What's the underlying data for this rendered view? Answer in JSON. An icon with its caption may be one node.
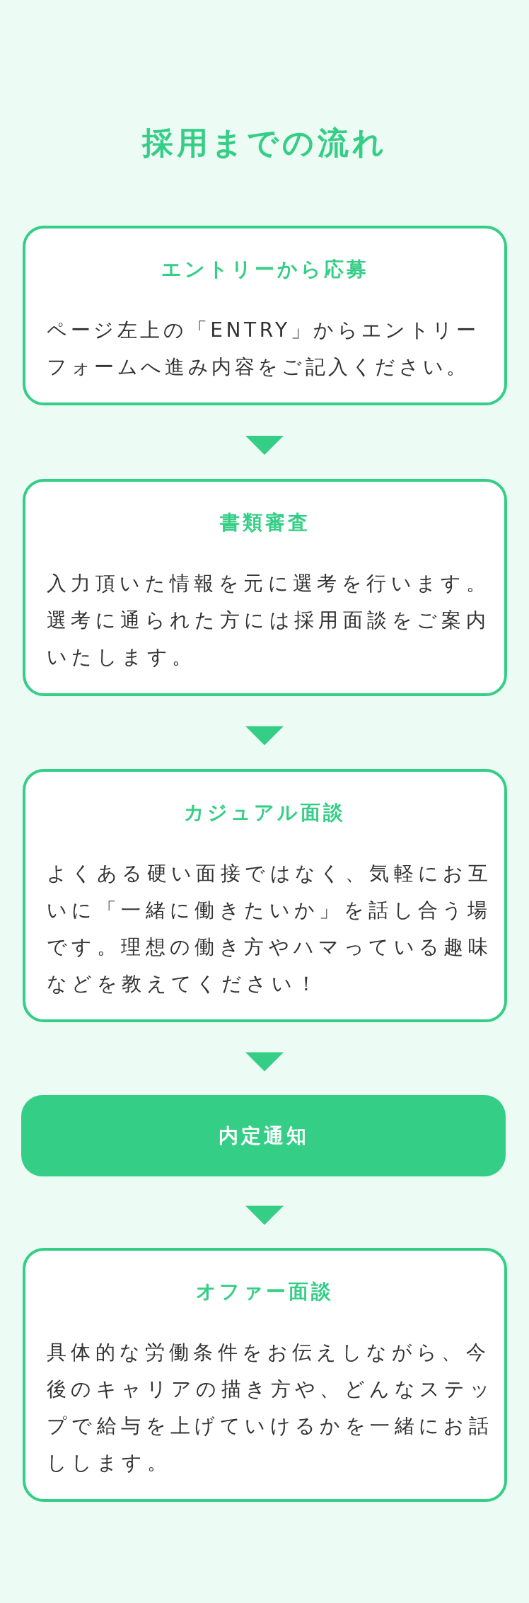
{
  "diagram": {
    "title": "採用までの流れ",
    "nodes": [
      {
        "text": [
          "エントリーから応募",
          "ページ左上の「ENTRY」からエントリーフォームへ進み内容をご記入ください。"
        ]
      },
      {
        "text": [
          "書類審査",
          "入力頂いた情報を元に選考を行います。選考に通られた方には採用面談をご案内いたします。"
        ]
      },
      {
        "text": [
          "カジュアル面談",
          "よくある硬い面接ではなく、気軽にお互いに「一緒に働きたいか」を話し合う場です。理想の働き方やハマっている趣味などを教えてください！"
        ]
      },
      {
        "text": [
          "内定通知"
        ]
      },
      {
        "text": [
          "オファー面談",
          "具体的な労働条件をお伝えしながら、今後のキャリアの描き方や、どんなステップで給与を上げていけるかを一緒にお話しします。"
        ]
      }
    ],
    "edges": [
      {
        "from": 0,
        "to": 1,
        "arrow": "to"
      },
      {
        "from": 1,
        "to": 2,
        "arrow": "to"
      },
      {
        "from": 2,
        "to": 3,
        "arrow": "to"
      },
      {
        "from": 3,
        "to": 4,
        "arrow": "to"
      }
    ]
  }
}
